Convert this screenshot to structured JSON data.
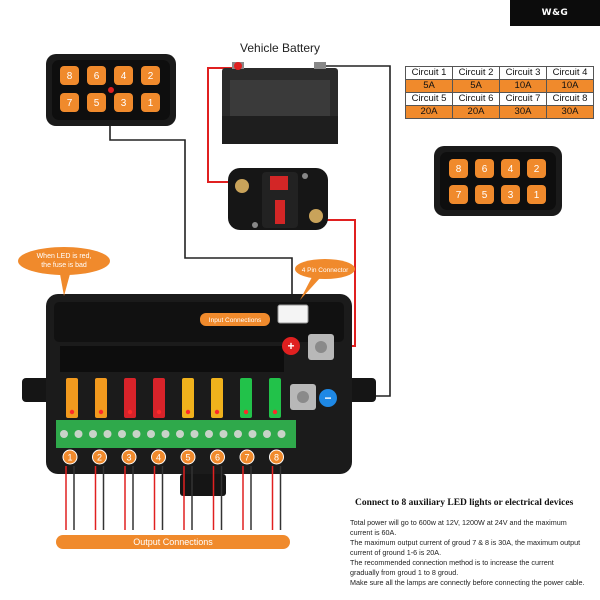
{
  "brand": {
    "logo_text": "W&G"
  },
  "diagram": {
    "title": "Vehicle Battery",
    "table": {
      "rows": [
        [
          "Circuit 1",
          "Circuit 2",
          "Circuit 3",
          "Circuit 4"
        ],
        [
          "5A",
          "5A",
          "10A",
          "10A"
        ],
        [
          "Circuit 5",
          "Circuit 6",
          "Circuit 7",
          "Circuit 8"
        ],
        [
          "20A",
          "20A",
          "30A",
          "30A"
        ]
      ]
    },
    "panel_left": {
      "top_row": [
        "8",
        "6",
        "4",
        "2"
      ],
      "bottom_row": [
        "7",
        "5",
        "3",
        "1"
      ]
    },
    "panel_right": {
      "top_row": [
        "8",
        "6",
        "4",
        "2"
      ],
      "bottom_row": [
        "7",
        "5",
        "3",
        "1"
      ]
    },
    "callouts": {
      "led_bubble_line1": "When LED is red,",
      "led_bubble_line2": "the fuse is bad",
      "four_pin": "4 Pin Connector",
      "input": "Input Connections",
      "output": "Output Connections"
    },
    "terminal_plus": "+",
    "terminal_minus": "−",
    "output_numbers": [
      "1",
      "2",
      "3",
      "4",
      "5",
      "6",
      "7",
      "8"
    ],
    "fuse_colors": [
      "#f29a1e",
      "#f29a1e",
      "#d8232a",
      "#d8232a",
      "#f0b21c",
      "#f0b21c",
      "#22c24a",
      "#22c24a"
    ],
    "accent_color": "#f08a2c"
  },
  "text_block": {
    "heading": "Connect to 8 auxiliary LED lights or electrical devices",
    "lines": [
      "Total power will go to 600w at 12V, 1200W at 24V and the maximum",
      "current is 60A.",
      "The maximum output current of groud 7 & 8 is 30A, the maximum output",
      "current of ground 1-6 is 20A.",
      "The recommended connection method is to increase the current",
      "gradually from groud 1 to 8 groud.",
      "Make sure all the lamps are connectly before connecting the power cable."
    ]
  }
}
